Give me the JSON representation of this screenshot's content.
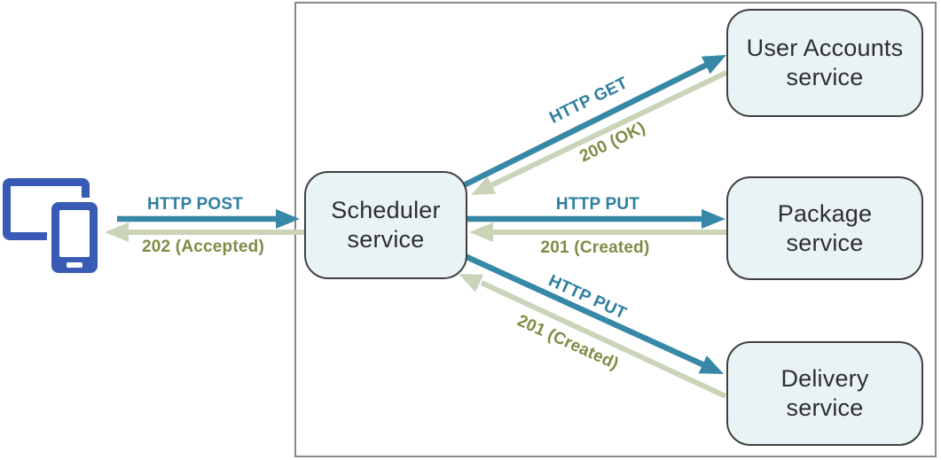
{
  "colors": {
    "teal": "#3787a6",
    "tealText": "#2e7f9e",
    "sage": "#c9d4b8",
    "olive": "#7d8d44",
    "deviceBlue": "#3a5bb5",
    "boxFill": "#e9f3f6",
    "boxBorder": "#3f3f3f",
    "boxText": "#2e2e2e",
    "boundaryBorder": "#888888",
    "background": "#ffffff"
  },
  "client": {
    "icon": "client-devices-icon"
  },
  "nodes": {
    "scheduler": {
      "label": "Scheduler service"
    },
    "user_accounts": {
      "label": "User Accounts service"
    },
    "package": {
      "label": "Package service"
    },
    "delivery": {
      "label": "Delivery service"
    }
  },
  "flows": {
    "post": {
      "request": "HTTP POST",
      "response": "202 (Accepted)"
    },
    "get": {
      "request": "HTTP GET",
      "response": "200 (OK)"
    },
    "put_package": {
      "request": "HTTP PUT",
      "response": "201 (Created)"
    },
    "put_delivery": {
      "request": "HTTP PUT",
      "response": "201 (Created)"
    }
  }
}
